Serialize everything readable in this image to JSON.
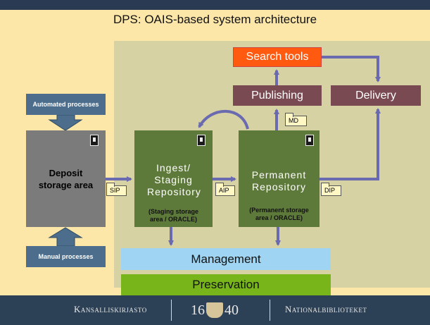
{
  "title": "DPS: OAIS-based system architecture",
  "boxes": {
    "search_tools": "Search tools",
    "publishing": "Publishing",
    "delivery": "Delivery",
    "automated_processes": "Automated processes",
    "manual_processes": "Manual processes",
    "deposit_storage": "Deposit storage area",
    "ingest_title": "Ingest/ Staging Repository",
    "ingest_sub": "(Staging storage area / ORACLE)",
    "permanent_title": "Permanent Repository",
    "permanent_sub": "(Permanent storage area / ORACLE)",
    "management": "Management",
    "preservation": "Preservation"
  },
  "packages": {
    "sip": "SIP",
    "aip": "AIP",
    "dip": "DIP",
    "md": "MD"
  },
  "footer": {
    "left": "Kansalliskirjasto",
    "year_left": "16",
    "year_right": "40",
    "right": "Nationalbiblioteket"
  },
  "colors": {
    "background": "#fde7a8",
    "panel": "#d7d2a3",
    "search_tools": "#ff5a10",
    "publishing": "#7a4a52",
    "repository": "#5e7a3a",
    "process": "#4c6e8c",
    "management": "#9fd5f2",
    "preservation": "#77b51a",
    "arrow": "#6a6ab0",
    "footer": "#2c4056"
  },
  "icons": [
    "server-icon",
    "folder-icon",
    "crest-icon"
  ]
}
